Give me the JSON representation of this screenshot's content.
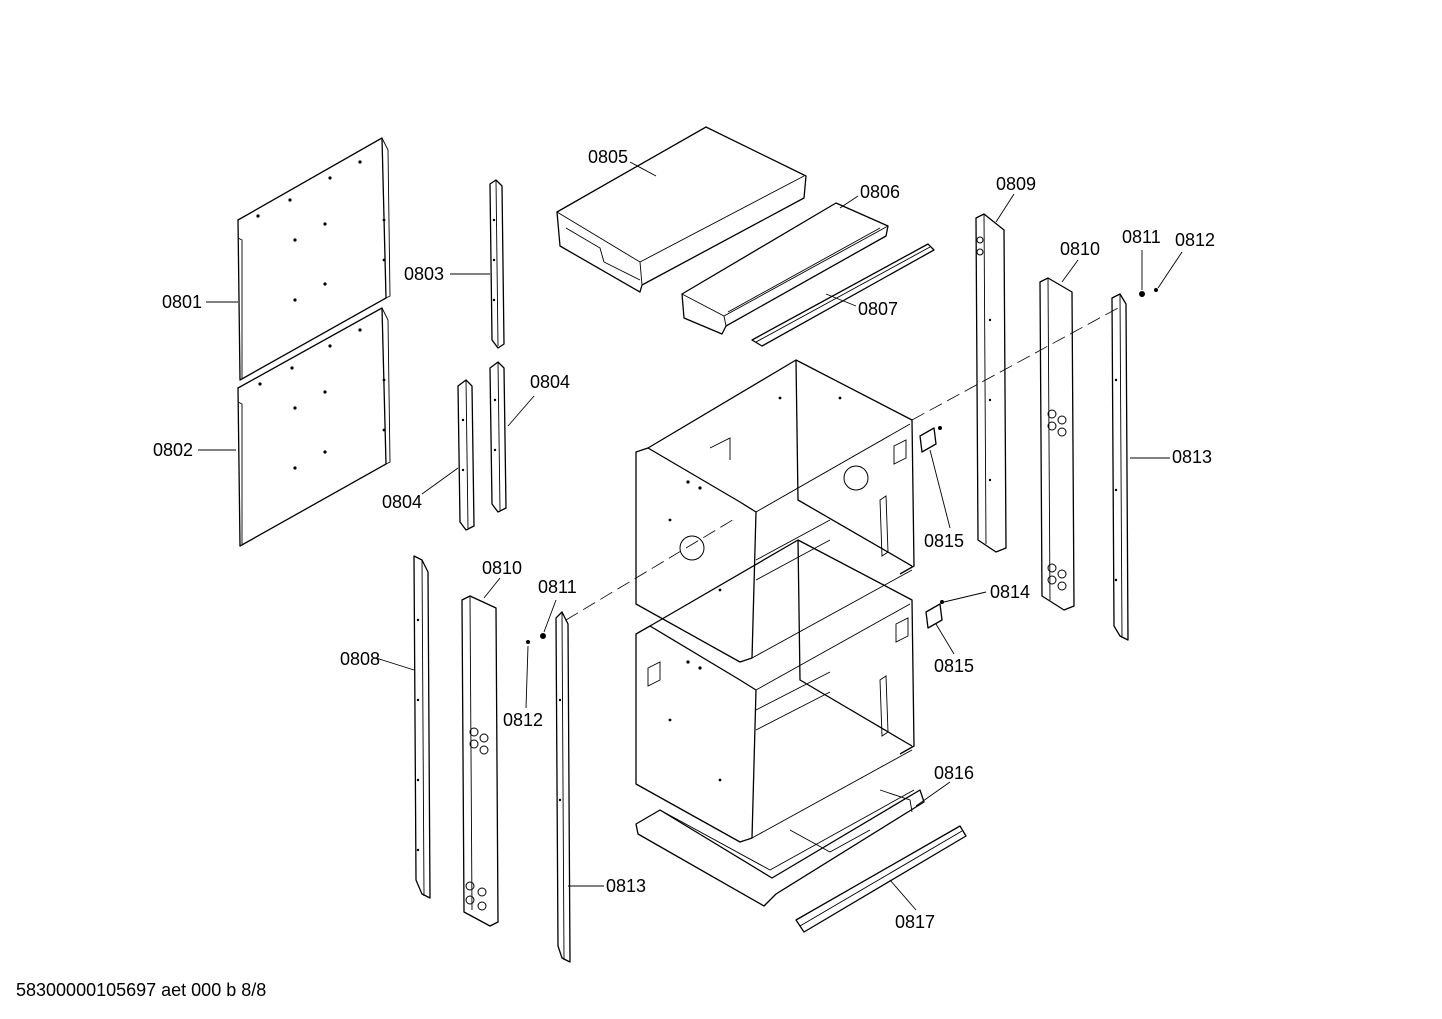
{
  "labels": {
    "p0801": "0801",
    "p0802": "0802",
    "p0803": "0803",
    "p0804a": "0804",
    "p0804b": "0804",
    "p0805": "0805",
    "p0806": "0806",
    "p0807": "0807",
    "p0808": "0808",
    "p0809": "0809",
    "p0810a": "0810",
    "p0810b": "0810",
    "p0811a": "0811",
    "p0811b": "0811",
    "p0812a": "0812",
    "p0812b": "0812",
    "p0813a": "0813",
    "p0813b": "0813",
    "p0814": "0814",
    "p0815a": "0815",
    "p0815b": "0815",
    "p0816": "0816",
    "p0817": "0817"
  },
  "footer": "58300000105697 aet 000 b 8/8"
}
